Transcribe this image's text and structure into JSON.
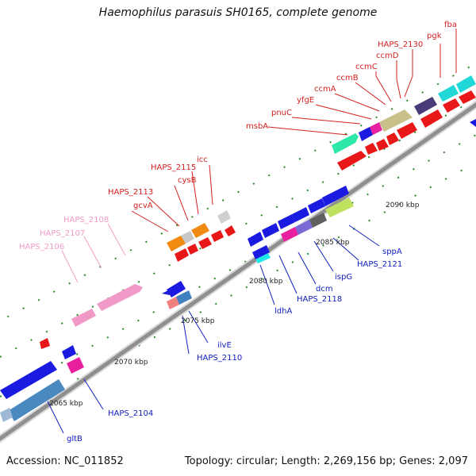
{
  "title": "Haemophilus parasuis SH0165, complete genome",
  "accession": "Accession: NC_011852",
  "topology": "Topology: circular; Length: 2,269,156 bp; Genes: 2,097",
  "colors": {
    "backbone_main": "#8f8f8f",
    "backbone_light": "#d8d8d8",
    "tick_green": "#2a8a2a",
    "label_red": "#d42020",
    "label_pink": "#f29ac7",
    "label_blue": "#1020c0"
  },
  "scale_labels": [
    {
      "text": "2065 kbp"
    },
    {
      "text": "2070 kbp"
    },
    {
      "text": "2075 kbp"
    },
    {
      "text": "2080 kbp"
    },
    {
      "text": "2085 kbp"
    },
    {
      "text": "2090 kbp"
    }
  ],
  "gene_labels": [
    {
      "name": "fba",
      "color": "red"
    },
    {
      "name": "pgk",
      "color": "red"
    },
    {
      "name": "HAPS_2130",
      "color": "red"
    },
    {
      "name": "ccmD",
      "color": "red"
    },
    {
      "name": "ccmC",
      "color": "red"
    },
    {
      "name": "ccmB",
      "color": "red"
    },
    {
      "name": "ccmA",
      "color": "red"
    },
    {
      "name": "yfgE",
      "color": "red"
    },
    {
      "name": "pnuC",
      "color": "red"
    },
    {
      "name": "msbA",
      "color": "red"
    },
    {
      "name": "icc",
      "color": "red"
    },
    {
      "name": "HAPS_2115",
      "color": "red"
    },
    {
      "name": "cysB",
      "color": "red"
    },
    {
      "name": "HAPS_2113",
      "color": "red"
    },
    {
      "name": "gcvA",
      "color": "red"
    },
    {
      "name": "HAPS_2108",
      "color": "pink"
    },
    {
      "name": "HAPS_2107",
      "color": "pink"
    },
    {
      "name": "HAPS_2106",
      "color": "pink"
    },
    {
      "name": "sppA",
      "color": "blue"
    },
    {
      "name": "HAPS_2121",
      "color": "blue"
    },
    {
      "name": "ispG",
      "color": "blue"
    },
    {
      "name": "dcm",
      "color": "blue"
    },
    {
      "name": "HAPS_2118",
      "color": "blue"
    },
    {
      "name": "ldhA",
      "color": "blue"
    },
    {
      "name": "ilvE",
      "color": "blue"
    },
    {
      "name": "HAPS_2110",
      "color": "blue"
    },
    {
      "name": "HAPS_2104",
      "color": "blue"
    },
    {
      "name": "gltB",
      "color": "blue"
    }
  ]
}
